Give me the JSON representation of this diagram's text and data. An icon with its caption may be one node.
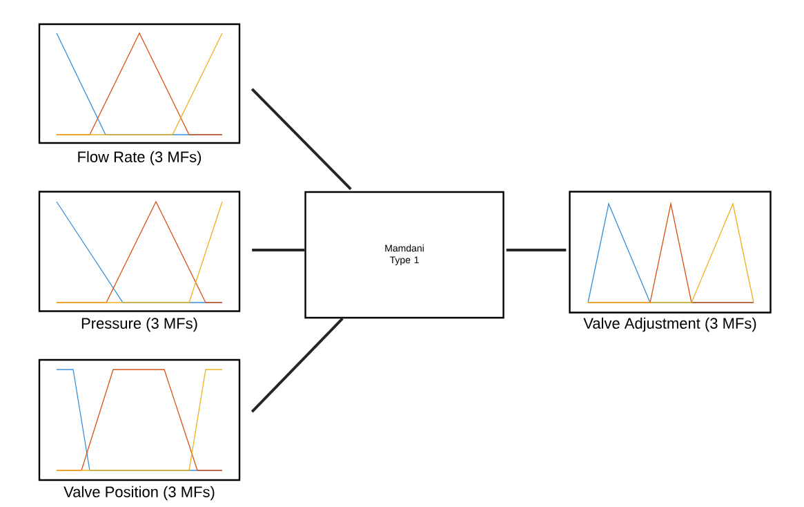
{
  "diagram": {
    "nodes": [
      {
        "text": [
          "Flow Rate (3 MFs)"
        ]
      },
      {
        "text": [
          "Pressure (3 MFs)"
        ]
      },
      {
        "text": [
          "Valve Position (3 MFs)"
        ]
      },
      {
        "text": [
          "Mamdani Type 1"
        ]
      },
      {
        "text": [
          "Valve Adjustment (3 MFs)"
        ]
      }
    ],
    "edges": [
      {
        "from": 0,
        "to": 3,
        "arrow": "none"
      },
      {
        "from": 1,
        "to": 3,
        "arrow": "none"
      },
      {
        "from": 2,
        "to": 3,
        "arrow": "none"
      },
      {
        "from": 3,
        "to": 4,
        "arrow": "none"
      }
    ]
  }
}
